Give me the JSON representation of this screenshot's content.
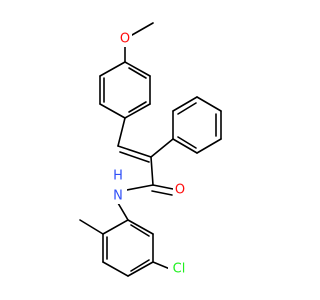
{
  "colors": {
    "bond": "#000000",
    "oxygen": "#ff0d0d",
    "nitrogen": "#3050f8",
    "chlorine": "#1ff01f",
    "background": "#ffffff"
  },
  "atoms": {
    "o_methoxy": {
      "label": "O",
      "color_key": "oxygen"
    },
    "o_carbonyl": {
      "label": "O",
      "color_key": "oxygen"
    },
    "nh": {
      "label": "H\nN",
      "n": "N",
      "h": "H",
      "color_key": "nitrogen"
    },
    "cl": {
      "label": "Cl",
      "color_key": "chlorine"
    }
  }
}
